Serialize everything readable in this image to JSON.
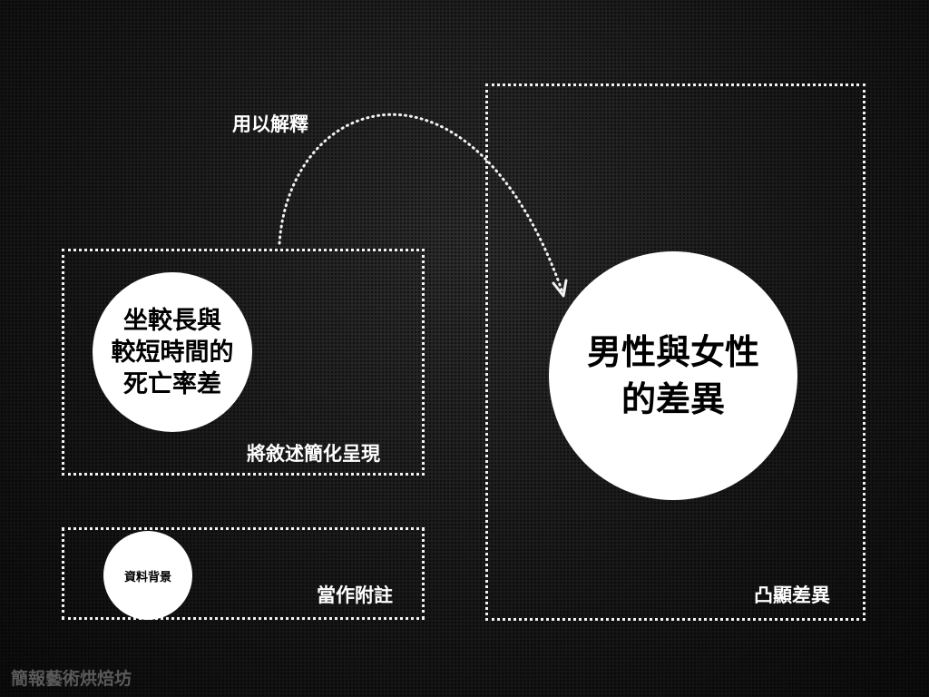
{
  "diagram": {
    "annotation_label": "用以解釋",
    "left_box": {
      "circle_text": "坐較長與\n較短時間的\n死亡率差",
      "caption": "將敘述簡化呈現"
    },
    "bottom_box": {
      "circle_text": "資料背景",
      "caption": "當作附註"
    },
    "right_box": {
      "circle_text": "男性與女性\n的差異",
      "caption": "凸顯差異"
    }
  },
  "footer": {
    "watermark": "簡報藝術烘焙坊"
  },
  "colors": {
    "background": "#1c1c1c",
    "foreground": "#ffffff",
    "circle_text": "#000000"
  }
}
